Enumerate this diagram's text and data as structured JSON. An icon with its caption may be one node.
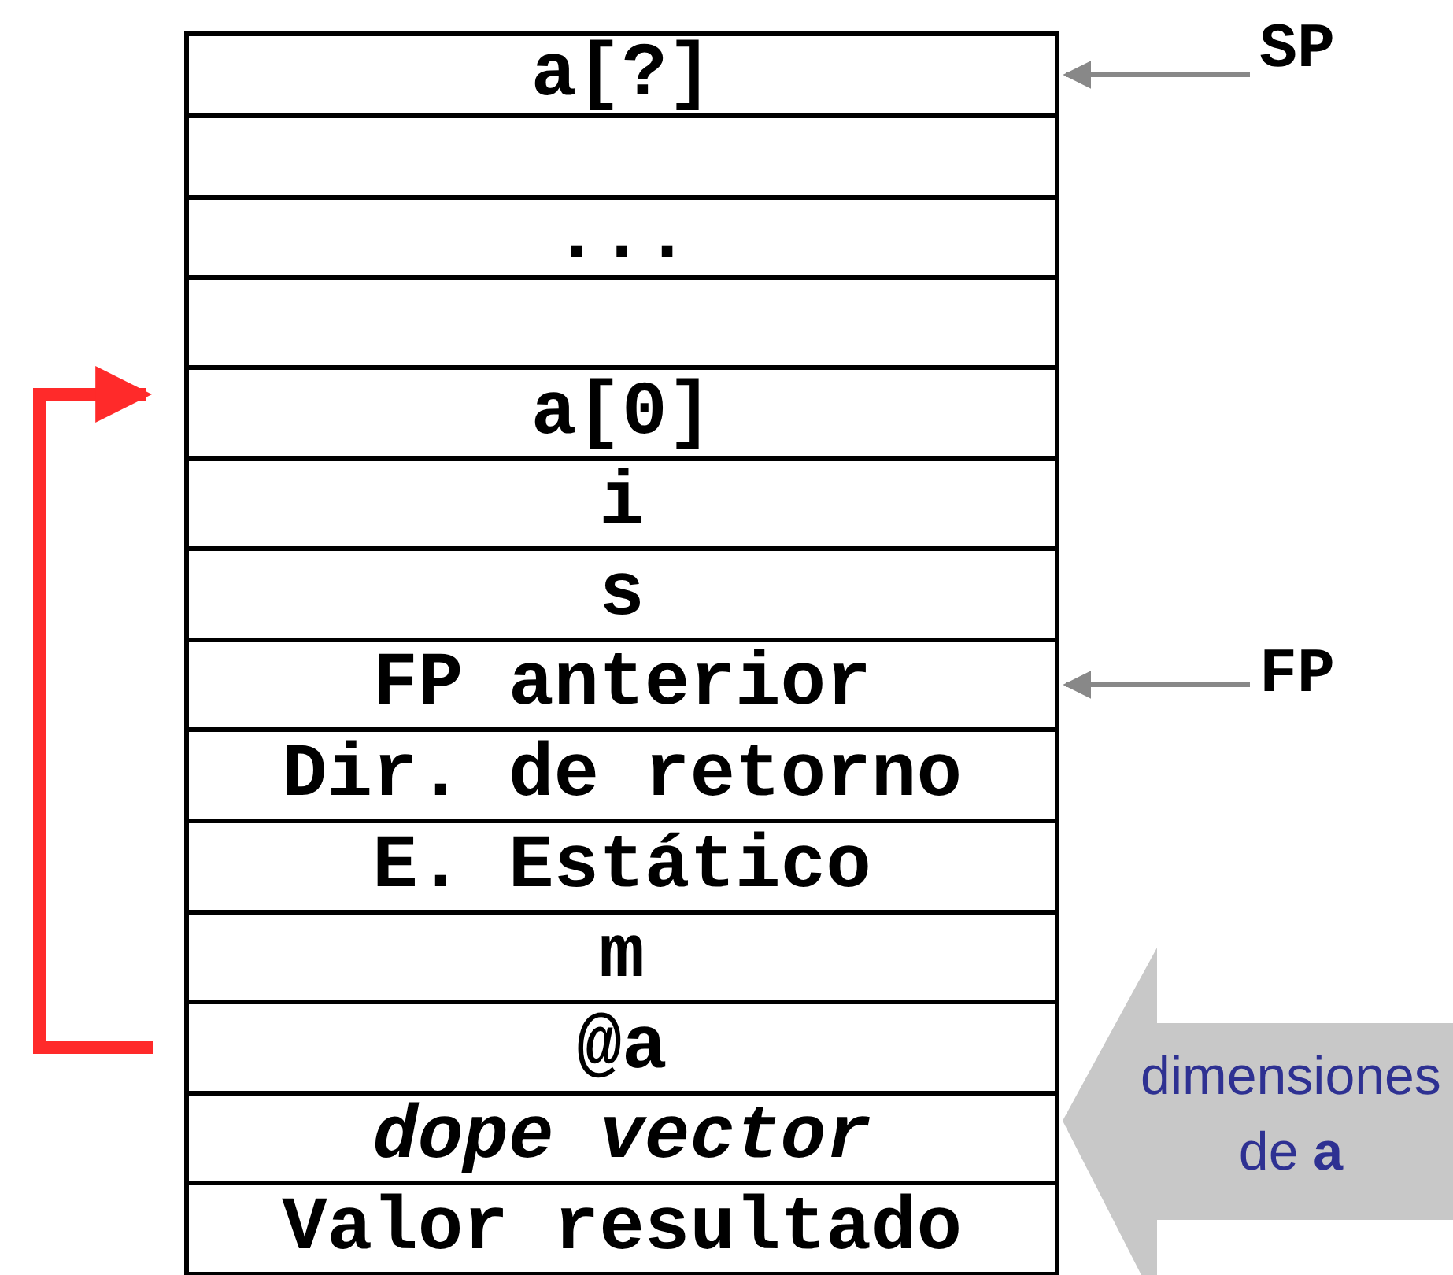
{
  "diagram": {
    "nodes": [
      {
        "text": [
          "a[?]"
        ]
      },
      {
        "text": [],
        "shape": "box"
      },
      {
        "text": [
          "..."
        ]
      },
      {
        "text": [],
        "shape": "box"
      },
      {
        "text": [
          "a[0]"
        ]
      },
      {
        "text": [
          "i"
        ]
      },
      {
        "text": [
          "s"
        ]
      },
      {
        "text": [
          "FP anterior"
        ]
      },
      {
        "text": [
          "Dir. de retorno"
        ]
      },
      {
        "text": [
          "E. Estático"
        ]
      },
      {
        "text": [
          "m"
        ]
      },
      {
        "text": [
          "@a"
        ]
      },
      {
        "text": [
          "*dope vector*"
        ]
      },
      {
        "text": [
          "Valor resultado"
        ]
      },
      {
        "text": [
          "SP"
        ]
      },
      {
        "text": [
          "FP"
        ]
      },
      {
        "text": [
          "dimensiones de **a**"
        ]
      }
    ],
    "edges": [
      {
        "from": 14,
        "to": 0,
        "arrow": "to"
      },
      {
        "from": 15,
        "to": 7,
        "arrow": "to"
      },
      {
        "from": 11,
        "to": 4,
        "arrow": "to",
        "style": "thick",
        "color": "#ff2a2a"
      }
    ]
  }
}
